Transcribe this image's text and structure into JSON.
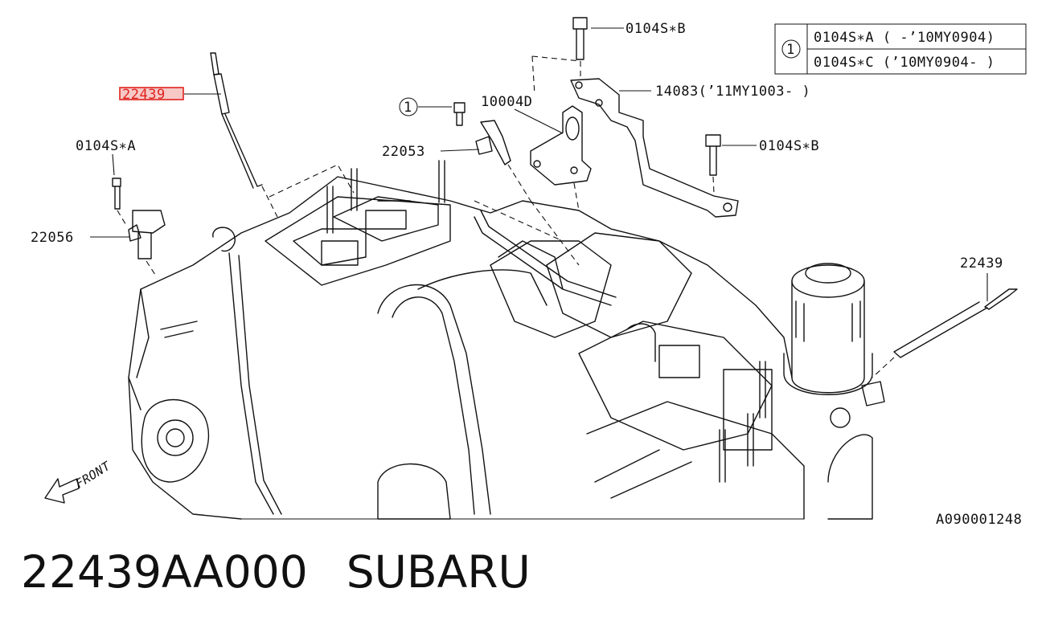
{
  "callouts": {
    "highlighted": "22439",
    "bolt_a": "0104S∗A",
    "sensor_22056": "22056",
    "one_marker": "1",
    "sensor_22053": "22053",
    "bracket_10004d": "10004D",
    "bolt_b_top": "0104S∗B",
    "bracket_14083": "14083(’11MY1003- )",
    "bolt_b_right": "0104S∗B",
    "glow_plug_right": "22439",
    "front_label": "FRONT"
  },
  "legend": {
    "marker": "1",
    "row_a": "0104S∗A ( -’10MY0904)",
    "row_c": "0104S∗C (’10MY0904- )"
  },
  "figure_id": "A090001248",
  "footer": {
    "part_number": "22439AA000",
    "brand": "SUBARU"
  },
  "colors": {
    "highlight_border": "#e0231f",
    "highlight_fill": "#f6c9c7",
    "line": "#111111"
  }
}
